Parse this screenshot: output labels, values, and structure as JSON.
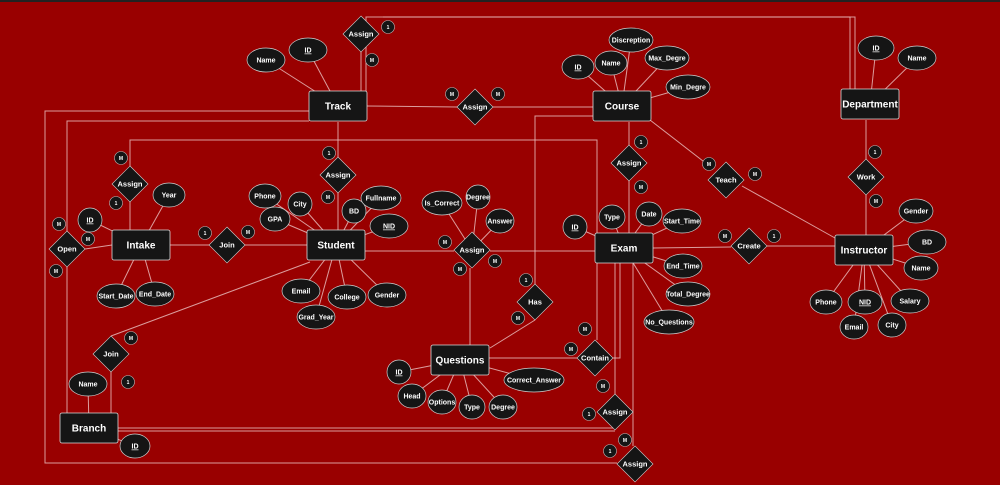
{
  "entities": [
    {
      "name": "Track"
    },
    {
      "name": "Course"
    },
    {
      "name": "Department"
    },
    {
      "name": "Intake"
    },
    {
      "name": "Student"
    },
    {
      "name": "Exam"
    },
    {
      "name": "Instructor"
    },
    {
      "name": "Questions"
    },
    {
      "name": "Branch"
    }
  ],
  "relationships": [
    {
      "label": "Assign",
      "cardinality": [
        "1",
        "M"
      ]
    },
    {
      "label": "Assign",
      "cardinality": [
        "M",
        "M"
      ]
    },
    {
      "label": "Assign",
      "cardinality": [
        "1",
        "M"
      ]
    },
    {
      "label": "Assign",
      "cardinality": [
        "M",
        "1"
      ]
    },
    {
      "label": "Open",
      "cardinality": [
        "M",
        "M",
        "M"
      ]
    },
    {
      "label": "Join",
      "cardinality": [
        "1",
        "M"
      ]
    },
    {
      "label": "Join",
      "cardinality": [
        "M",
        "1"
      ]
    },
    {
      "label": "Assign",
      "cardinality": [
        "M",
        "M",
        "M"
      ]
    },
    {
      "label": "Assign",
      "cardinality": [
        "1",
        "M"
      ]
    },
    {
      "label": "Teach",
      "cardinality": [
        "M",
        "M"
      ]
    },
    {
      "label": "Work",
      "cardinality": [
        "1",
        "M"
      ]
    },
    {
      "label": "Create",
      "cardinality": [
        "M",
        "1"
      ]
    },
    {
      "label": "Has",
      "cardinality": [
        "1",
        "M"
      ]
    },
    {
      "label": "Contain",
      "cardinality": [
        "M",
        "M"
      ]
    },
    {
      "label": "Assign",
      "cardinality": [
        "M",
        "1"
      ]
    },
    {
      "label": "Assign",
      "cardinality": [
        "M",
        "1"
      ]
    }
  ],
  "attributes": [
    {
      "owner": "Track",
      "name": "Name",
      "key": false
    },
    {
      "owner": "Track",
      "name": "ID",
      "key": true
    },
    {
      "owner": "Course",
      "name": "ID",
      "key": true
    },
    {
      "owner": "Course",
      "name": "Name",
      "key": false
    },
    {
      "owner": "Course",
      "name": "Discreption",
      "key": false
    },
    {
      "owner": "Course",
      "name": "Max_Degre",
      "key": false
    },
    {
      "owner": "Course",
      "name": "Min_Degre",
      "key": false
    },
    {
      "owner": "Department",
      "name": "ID",
      "key": true
    },
    {
      "owner": "Department",
      "name": "Name",
      "key": false
    },
    {
      "owner": "Intake",
      "name": "ID",
      "key": true
    },
    {
      "owner": "Intake",
      "name": "Year",
      "key": false
    },
    {
      "owner": "Intake",
      "name": "Start_Date",
      "key": false
    },
    {
      "owner": "Intake",
      "name": "End_Date",
      "key": false
    },
    {
      "owner": "Student",
      "name": "Phone",
      "key": false
    },
    {
      "owner": "Student",
      "name": "City",
      "key": false
    },
    {
      "owner": "Student",
      "name": "GPA",
      "key": false
    },
    {
      "owner": "Student",
      "name": "BD",
      "key": false
    },
    {
      "owner": "Student",
      "name": "Fullname",
      "key": false
    },
    {
      "owner": "Student",
      "name": "NID",
      "key": true
    },
    {
      "owner": "Student",
      "name": "Email",
      "key": false
    },
    {
      "owner": "Student",
      "name": "Grad_Year",
      "key": false
    },
    {
      "owner": "Student",
      "name": "College",
      "key": false
    },
    {
      "owner": "Student",
      "name": "Gender",
      "key": false
    },
    {
      "owner": "Assign",
      "name": "Is_Correct",
      "key": false
    },
    {
      "owner": "Assign",
      "name": "Degree",
      "key": false
    },
    {
      "owner": "Assign",
      "name": "Answer",
      "key": false
    },
    {
      "owner": "Exam",
      "name": "ID",
      "key": true
    },
    {
      "owner": "Exam",
      "name": "Type",
      "key": false
    },
    {
      "owner": "Exam",
      "name": "Date",
      "key": false
    },
    {
      "owner": "Exam",
      "name": "Start_Time",
      "key": false
    },
    {
      "owner": "Exam",
      "name": "End_Time",
      "key": false
    },
    {
      "owner": "Exam",
      "name": "Total_Degree",
      "key": false
    },
    {
      "owner": "Exam",
      "name": "No_Questions",
      "key": false
    },
    {
      "owner": "Instructor",
      "name": "Gender",
      "key": false
    },
    {
      "owner": "Instructor",
      "name": "BD",
      "key": false
    },
    {
      "owner": "Instructor",
      "name": "Name",
      "key": false
    },
    {
      "owner": "Instructor",
      "name": "Phone",
      "key": false
    },
    {
      "owner": "Instructor",
      "name": "NID",
      "key": true
    },
    {
      "owner": "Instructor",
      "name": "Email",
      "key": false
    },
    {
      "owner": "Instructor",
      "name": "City",
      "key": false
    },
    {
      "owner": "Instructor",
      "name": "Salary",
      "key": false
    },
    {
      "owner": "Questions",
      "name": "ID",
      "key": true
    },
    {
      "owner": "Questions",
      "name": "Head",
      "key": false
    },
    {
      "owner": "Questions",
      "name": "Options",
      "key": false
    },
    {
      "owner": "Questions",
      "name": "Type",
      "key": false
    },
    {
      "owner": "Questions",
      "name": "Degree",
      "key": false
    },
    {
      "owner": "Questions",
      "name": "Correct_Answer",
      "key": false
    },
    {
      "owner": "Branch",
      "name": "Name",
      "key": false
    },
    {
      "owner": "Branch",
      "name": "ID",
      "key": true
    }
  ]
}
